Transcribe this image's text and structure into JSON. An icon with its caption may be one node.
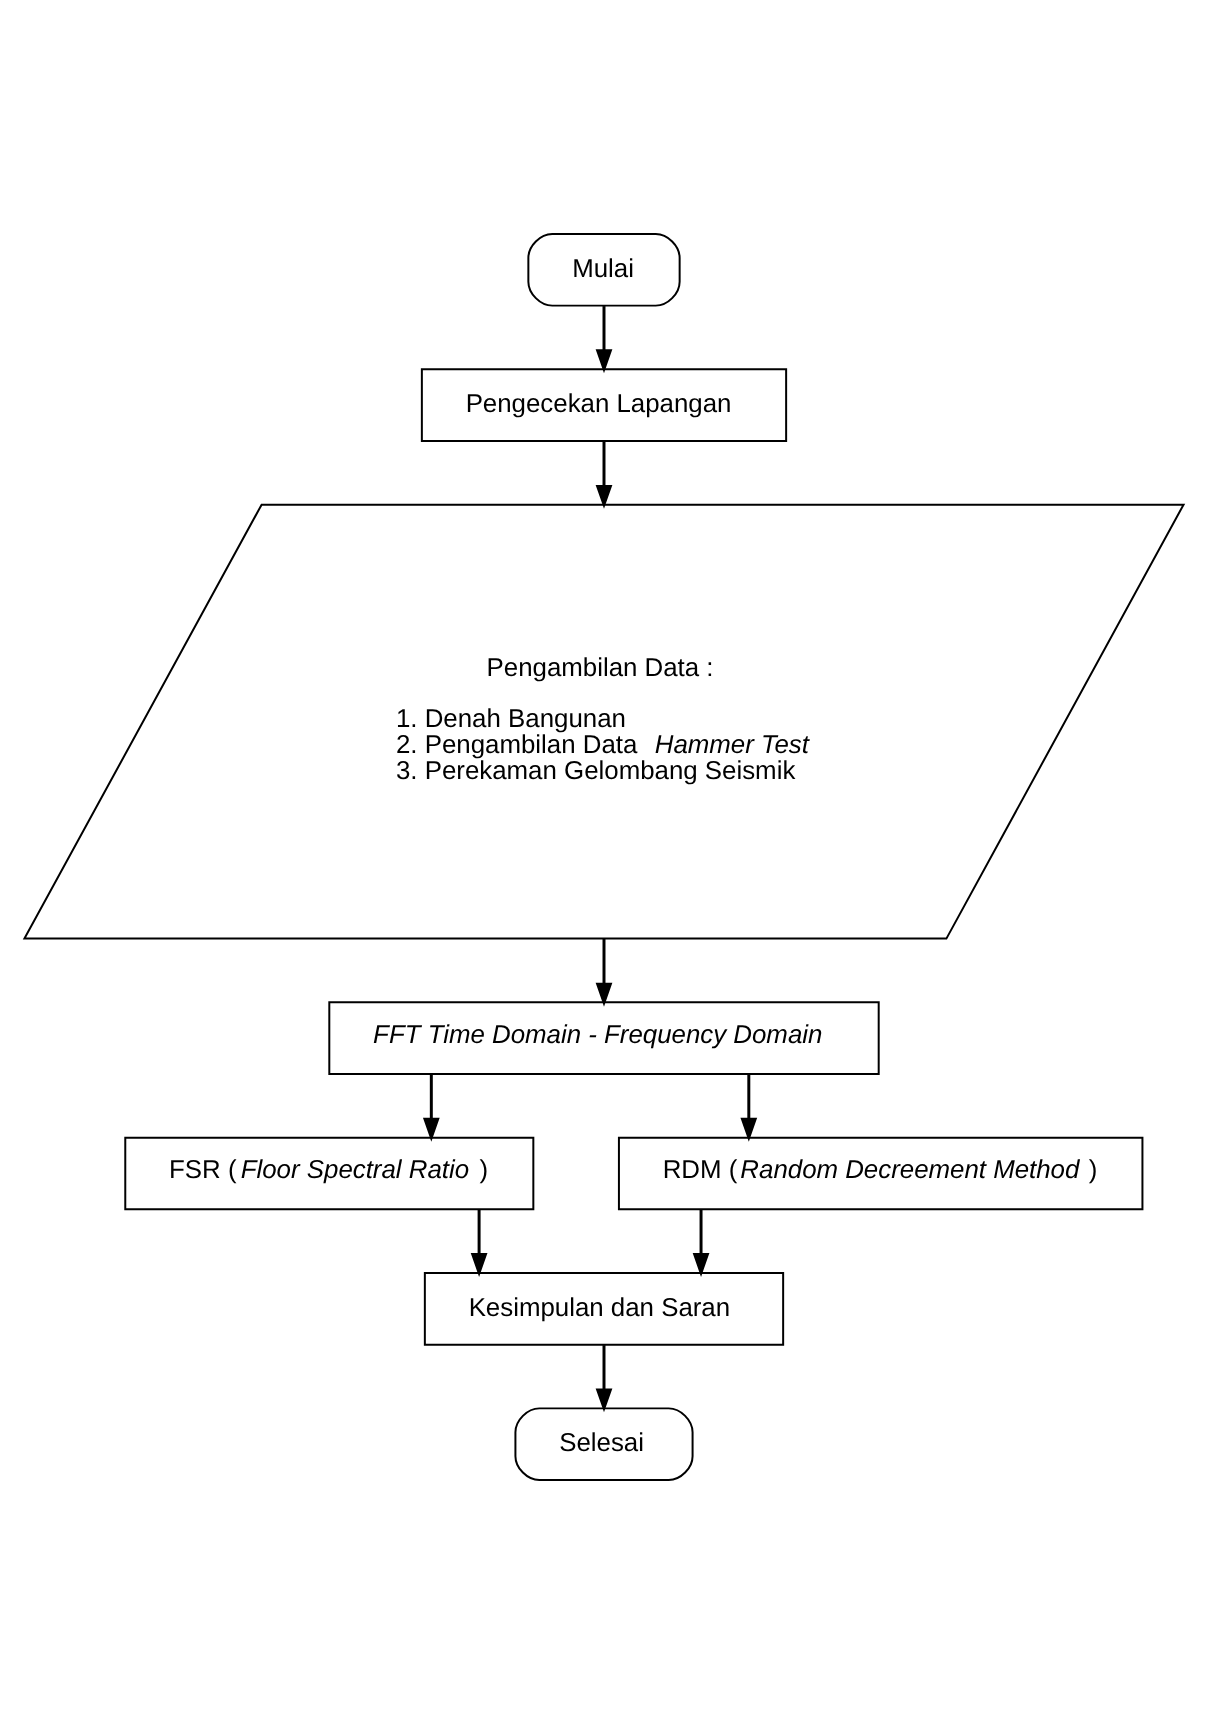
{
  "diagram": {
    "nodes": [
      {
        "text": [
          "Mulai"
        ]
      },
      {
        "text": [
          "Pengecekan Lapangan"
        ]
      },
      {
        "text": [
          "Pengambilan Data :",
          "1. Denah Bangunan",
          "2. Pengambilan Data *Hammer Test*",
          "3. Perekaman Gelombang Seismik"
        ]
      },
      {
        "text": [
          "FFT Time Domain - Frequency Domain"
        ]
      },
      {
        "text": [
          "FSR (*Floor Spectral Ratio*)"
        ]
      },
      {
        "text": [
          "RDM (*Random Decreement Method*)"
        ]
      },
      {
        "text": [
          "Kesimpulan dan Saran"
        ]
      },
      {
        "text": [
          "Selesai"
        ]
      }
    ],
    "edges": [
      {
        "from": 0,
        "to": 1,
        "arrow": "to"
      },
      {
        "from": 1,
        "to": 2,
        "arrow": "to"
      },
      {
        "from": 2,
        "to": 3,
        "arrow": "to"
      },
      {
        "from": 3,
        "to": 4,
        "arrow": "to"
      },
      {
        "from": 3,
        "to": 5,
        "arrow": "to"
      },
      {
        "from": 4,
        "to": 6,
        "arrow": "to"
      },
      {
        "from": 5,
        "to": 6,
        "arrow": "to"
      },
      {
        "from": 6,
        "to": 7,
        "arrow": "to"
      }
    ]
  }
}
